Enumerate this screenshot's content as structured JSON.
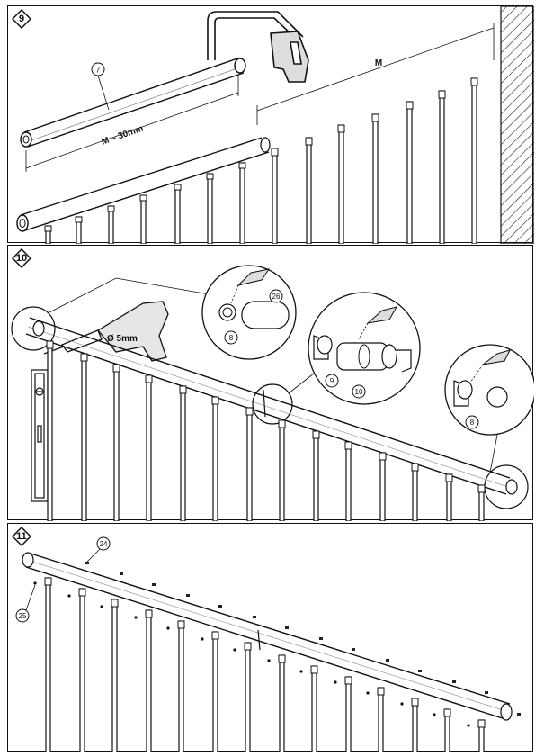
{
  "steps": [
    {
      "number": "9"
    },
    {
      "number": "10"
    },
    {
      "number": "11"
    }
  ],
  "step9": {
    "callout_part": "7",
    "dim_measure": "M",
    "dim_cut": "M – 30mm"
  },
  "step10": {
    "drill_diameter": "Ø 5mm",
    "callouts": [
      "26",
      "8",
      "9",
      "10",
      "8"
    ]
  },
  "step11": {
    "callouts": [
      "24",
      "25"
    ]
  }
}
